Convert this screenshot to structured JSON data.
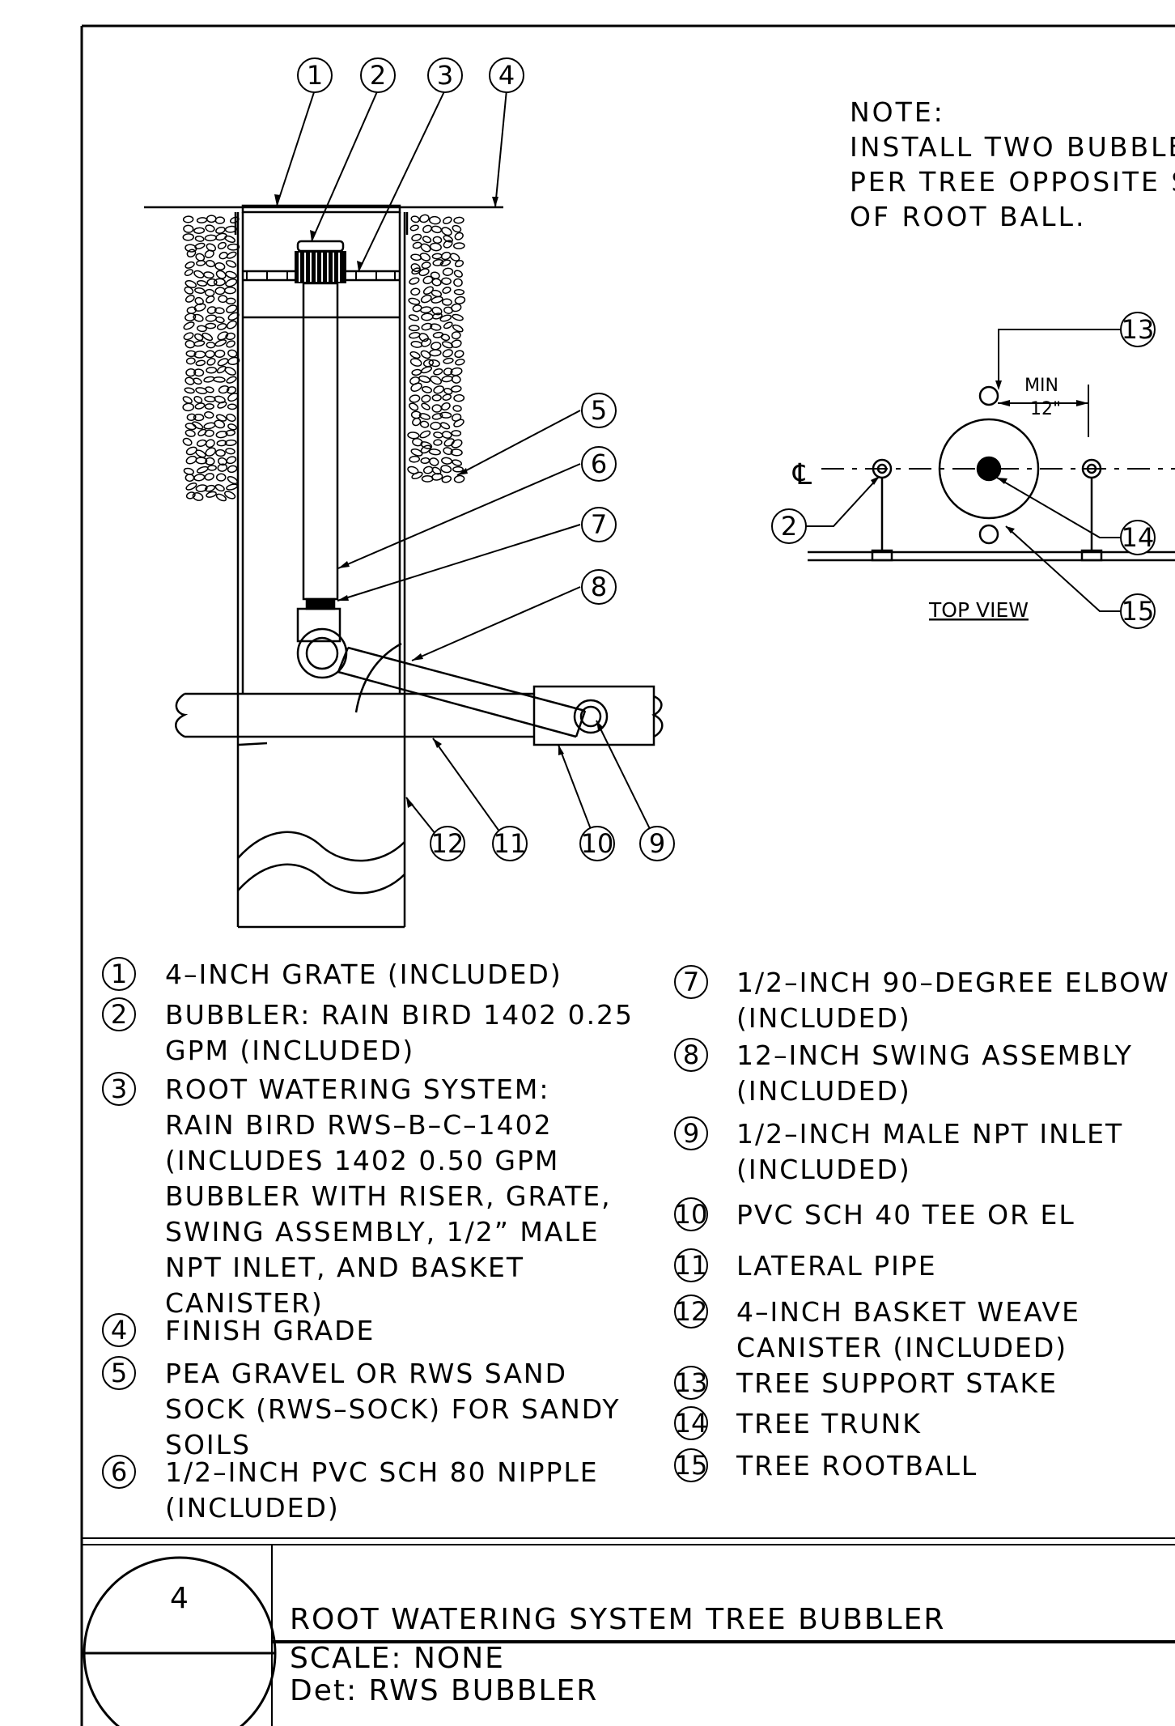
{
  "note": {
    "heading": "NOTE:",
    "lines": [
      "INSTALL TWO BUBBLER",
      "PER TREE OPPOSITE S",
      "OF ROOT BALL."
    ]
  },
  "section_callouts": [
    "1",
    "2",
    "3",
    "4",
    "5",
    "6",
    "7",
    "8",
    "9",
    "10",
    "11",
    "12"
  ],
  "top_view": {
    "label": "TOP VIEW",
    "dimension_min": "MIN",
    "dimension_value": "12\"",
    "centerline_symbol": "℄",
    "callouts": [
      "2",
      "13",
      "14",
      "15"
    ]
  },
  "legend": [
    {
      "num": "1",
      "lines": [
        "4–INCH GRATE (INCLUDED)"
      ]
    },
    {
      "num": "2",
      "lines": [
        "BUBBLER: RAIN BIRD 1402 0.25",
        "GPM (INCLUDED)"
      ]
    },
    {
      "num": "3",
      "lines": [
        "ROOT WATERING SYSTEM:",
        "RAIN BIRD RWS–B–C–1402",
        "(INCLUDES 1402 0.50 GPM",
        "BUBBLER WITH RISER, GRATE,",
        "SWING ASSEMBLY, 1/2” MALE",
        "NPT INLET, AND BASKET",
        "CANISTER)"
      ]
    },
    {
      "num": "4",
      "lines": [
        "FINISH GRADE"
      ]
    },
    {
      "num": "5",
      "lines": [
        "PEA GRAVEL OR RWS SAND",
        "SOCK (RWS–SOCK) FOR SANDY",
        "SOILS"
      ]
    },
    {
      "num": "6",
      "lines": [
        "1/2–INCH PVC SCH 80 NIPPLE",
        "(INCLUDED)"
      ]
    },
    {
      "num": "7",
      "lines": [
        "1/2–INCH 90–DEGREE ELBOW",
        "(INCLUDED)"
      ]
    },
    {
      "num": "8",
      "lines": [
        "12–INCH SWING ASSEMBLY",
        "(INCLUDED)"
      ]
    },
    {
      "num": "9",
      "lines": [
        "1/2–INCH MALE NPT INLET",
        "(INCLUDED)"
      ]
    },
    {
      "num": "10",
      "lines": [
        "PVC SCH 40 TEE OR EL"
      ]
    },
    {
      "num": "11",
      "lines": [
        "LATERAL PIPE"
      ]
    },
    {
      "num": "12",
      "lines": [
        "4–INCH BASKET WEAVE",
        "CANISTER (INCLUDED)"
      ]
    },
    {
      "num": "13",
      "lines": [
        "TREE SUPPORT STAKE"
      ]
    },
    {
      "num": "14",
      "lines": [
        "TREE TRUNK"
      ]
    },
    {
      "num": "15",
      "lines": [
        "TREE ROOTBALL"
      ]
    }
  ],
  "title_block": {
    "detail_number": "4",
    "title": "ROOT WATERING SYSTEM TREE BUBBLER",
    "scale": "SCALE: NONE",
    "det": "Det: RWS BUBBLER"
  }
}
